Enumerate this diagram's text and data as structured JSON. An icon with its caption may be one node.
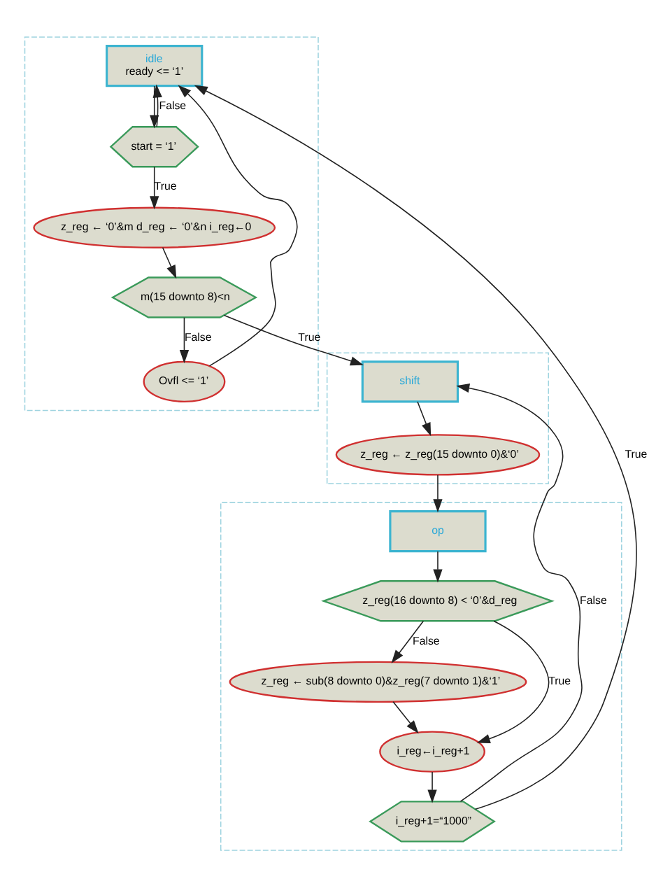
{
  "diagram": {
    "nodes": [
      {
        "text": [],
        "shape": "box"
      },
      {
        "text": [
          "idle",
          "ready <= ‘1’"
        ],
        "in": 0
      },
      {
        "text": [
          "start = ‘1’"
        ],
        "in": 0
      },
      {
        "text": [
          "z_reg ← ‘0’&m d_reg ← ‘0’&n i_reg←0"
        ],
        "in": 0
      },
      {
        "text": [
          "m(15 downto 8)<n"
        ],
        "in": 0
      },
      {
        "text": [
          "Ovfl <= ‘1’"
        ],
        "in": 0
      },
      {
        "text": [],
        "shape": "box"
      },
      {
        "text": [
          "shift"
        ],
        "in": 6
      },
      {
        "text": [
          "z_reg ← z_reg(15 downto 0)&‘0’"
        ],
        "in": 6
      },
      {
        "text": [],
        "shape": "box"
      },
      {
        "text": [
          "op"
        ],
        "in": 9
      },
      {
        "text": [
          "z_reg(16 downto 8) < ‘0’&d_reg"
        ],
        "in": 9
      },
      {
        "text": [
          "z_reg ← sub(8 downto 0)&z_reg(7 downto 1)&‘1’"
        ],
        "in": 9
      },
      {
        "text": [
          "i_reg←i_reg+1"
        ],
        "in": 9
      },
      {
        "text": [
          "i_reg+1=“1000”"
        ],
        "in": 9
      }
    ],
    "edges": [
      {
        "from": 1,
        "to": 2,
        "arrow": "to"
      },
      {
        "from": 2,
        "to": 3,
        "arrow": "to",
        "label": "True"
      },
      {
        "from": 2,
        "to": 1,
        "arrow": "to",
        "label": "False"
      },
      {
        "from": 3,
        "to": 4,
        "arrow": "to"
      },
      {
        "from": 4,
        "to": 5,
        "arrow": "to",
        "label": "False"
      },
      {
        "from": 5,
        "to": 1,
        "arrow": "to"
      },
      {
        "from": 4,
        "to": 7,
        "arrow": "to",
        "label": "True"
      },
      {
        "from": 7,
        "to": 8,
        "arrow": "to"
      },
      {
        "from": 8,
        "to": 10,
        "arrow": "to"
      },
      {
        "from": 10,
        "to": 11,
        "arrow": "to"
      },
      {
        "from": 11,
        "to": 13,
        "arrow": "to",
        "label": "True"
      },
      {
        "from": 11,
        "to": 12,
        "arrow": "to",
        "label": "False"
      },
      {
        "from": 12,
        "to": 13,
        "arrow": "to"
      },
      {
        "from": 13,
        "to": 14,
        "arrow": "to"
      },
      {
        "from": 14,
        "to": 7,
        "arrow": "to",
        "label": "False"
      },
      {
        "from": 14,
        "to": 1,
        "arrow": "to",
        "label": "True"
      }
    ]
  }
}
